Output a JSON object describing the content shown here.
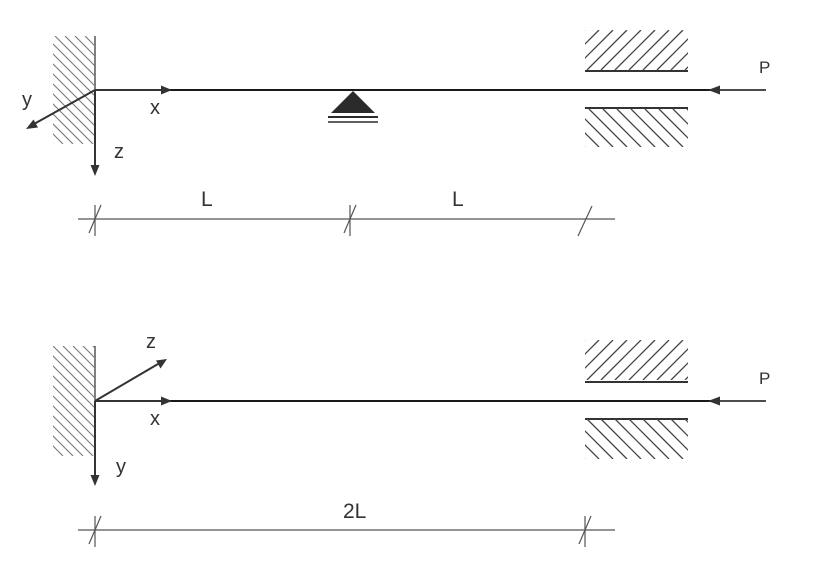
{
  "top_view": {
    "axis_x": "x",
    "axis_y": "y",
    "axis_z": "z",
    "force": "P",
    "dim_first": "L",
    "dim_second": "L"
  },
  "bottom_view": {
    "axis_x": "x",
    "axis_y": "y",
    "axis_z": "z",
    "force": "P",
    "dim_total": "2L"
  }
}
